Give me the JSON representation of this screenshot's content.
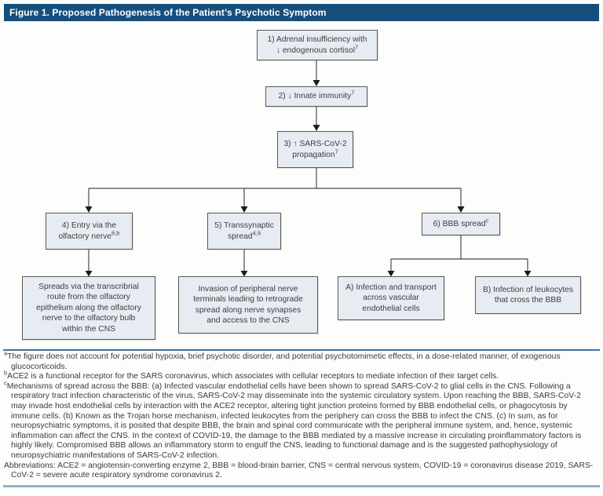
{
  "header": {
    "title": "Figure 1. Proposed Pathogenesis of the Patient’s Psychotic Symptom"
  },
  "flowchart": {
    "nodes": {
      "n1": {
        "text": "1) Adrenal insufficiency with\n↓ endogenous cortisol",
        "sup": "7"
      },
      "n2": {
        "text": "2) ↓ Innate immunity",
        "sup": "7"
      },
      "n3": {
        "text": "3) ↑ SARS-CoV-2\npropagation",
        "sup": "7"
      },
      "n4": {
        "text": "4) Entry via the\nolfactory nerve",
        "sup": "8,b"
      },
      "n5": {
        "text": "5) Transsynaptic\nspread",
        "sup": "4,9"
      },
      "n6": {
        "text": "6) BBB spread",
        "sup": "c"
      },
      "n4detail": {
        "text": "Spreads via the transcribrial\nroute from the olfactory\nepithelium along the olfactory\nnerve to the olfactory bulb\nwithin the CNS",
        "sup": ""
      },
      "n5detail": {
        "text": "Invasion of peripheral nerve\nterminals leading to retrograde\nspread along nerve synapses\nand access to the CNS",
        "sup": ""
      },
      "nA": {
        "text": "A) Infection and transport\nacross vascular\nendothelial cells",
        "sup": ""
      },
      "nB": {
        "text": "B) Infection of leukocytes\nthat cross the BBB",
        "sup": ""
      }
    }
  },
  "footnotes": {
    "a": {
      "marker": "a",
      "text": "The figure does not account for potential hypoxia, brief psychotic disorder, and potential psychotomimetic effects, in a dose-related manner, of exogenous glucocorticoids."
    },
    "b": {
      "marker": "b",
      "text": "ACE2 is a functional receptor for the SARS coronavirus, which associates with cellular receptors to mediate infection of their target cells."
    },
    "c": {
      "marker": "c",
      "text": "Mechanisms of spread across the BBB: (a) Infected vascular endothelial cells have been shown to spread SARS-CoV-2 to glial cells in the CNS. Following a respiratory tract infection characteristic of the virus, SARS-CoV-2 may disseminate into the systemic circulatory system. Upon reaching the BBB, SARS-CoV-2 may invade host endothelial cells by interaction with the ACE2 receptor, altering tight junction proteins formed by BBB endothelial cells, or phagocytosis by immune cells. (b) Known as the Trojan horse mechanism, infected leukocytes from the periphery can cross the BBB to infect the CNS. (c) In sum, as for neuropsychiatric symptoms, it is posited that despite BBB, the brain and spinal cord communicate with the peripheral immune system, and, hence, systemic inflammation can affect the CNS. In the context of COVID-19, the damage to the BBB mediated by a massive increase in circulating proinflammatory factors is highly likely.  Compromised BBB allows an inflammatory storm to engulf the CNS, leading to functional damage and is the suggested pathophysiology of neuropsychiatric manifestations of SARS-CoV-2 infection."
    },
    "abbr": {
      "marker": "",
      "text": "Abbreviations: ACE2 = angiotensin-converting enzyme 2, BBB = blood-brain barrier, CNS = central nervous system, COVID-19 = coronavirus disease 2019, SARS-CoV-2 = severe acute respiratory syndrome coronavirus 2."
    }
  },
  "colors": {
    "header_bg": "#164F7C",
    "header_text": "#FFFFFF",
    "box_fill": "#E7EBF2",
    "box_border": "#58595B",
    "connector": "#4A4A4C",
    "rule_top": "#41719A",
    "rule_bottom": "#8FB2CB"
  }
}
